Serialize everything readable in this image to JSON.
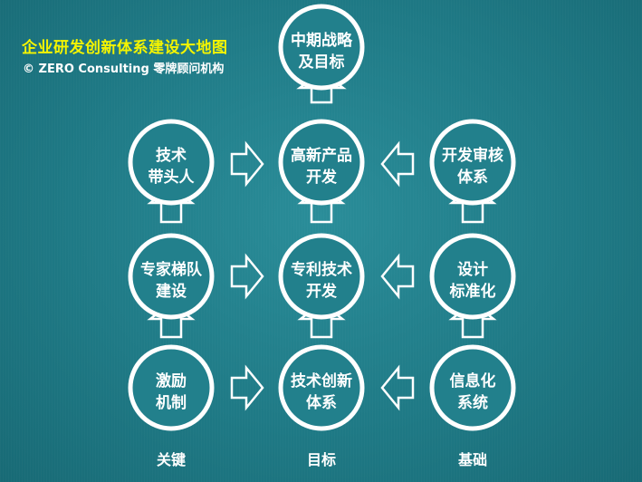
{
  "header": {
    "title": "企业研发创新体系建设大地图",
    "subtitle": "© ZERO Consulting  零牌顾问机构"
  },
  "nodes": [
    {
      "id": "top",
      "lines": [
        "中期战略",
        "及目标"
      ]
    },
    {
      "id": "c1r1",
      "lines": [
        "技术",
        "带头人"
      ]
    },
    {
      "id": "c2r1",
      "lines": [
        "高新产品",
        "开发"
      ]
    },
    {
      "id": "c3r1",
      "lines": [
        "开发审核",
        "体系"
      ]
    },
    {
      "id": "c1r2",
      "lines": [
        "专家梯队",
        "建设"
      ]
    },
    {
      "id": "c2r2",
      "lines": [
        "专利技术",
        "开发"
      ]
    },
    {
      "id": "c3r2",
      "lines": [
        "设计",
        "标准化"
      ]
    },
    {
      "id": "c1r3",
      "lines": [
        "激励",
        "机制"
      ]
    },
    {
      "id": "c2r3",
      "lines": [
        "技术创新",
        "体系"
      ]
    },
    {
      "id": "c3r3",
      "lines": [
        "信息化",
        "系统"
      ]
    }
  ],
  "columns": [
    "关键",
    "目标",
    "基础"
  ]
}
